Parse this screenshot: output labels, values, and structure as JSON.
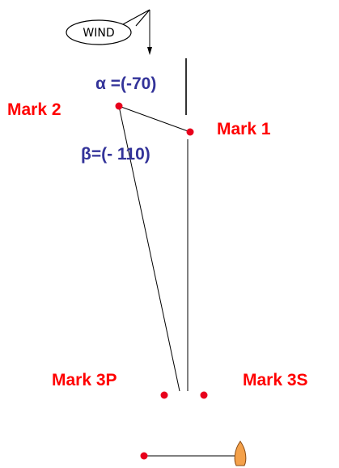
{
  "wind": {
    "label": "WIND"
  },
  "angles": {
    "alpha": "α =(-70)",
    "beta": "β=(- 110)"
  },
  "marks": {
    "mark1": "Mark 1",
    "mark2": "Mark 2",
    "mark3p": "Mark 3P",
    "mark3s": "Mark 3S"
  },
  "colors": {
    "mark_text": "#ff0000",
    "angle_text": "#333399",
    "mark_dot": "#e8001c",
    "line": "#000000",
    "start_buoy": "#f4a14a"
  }
}
